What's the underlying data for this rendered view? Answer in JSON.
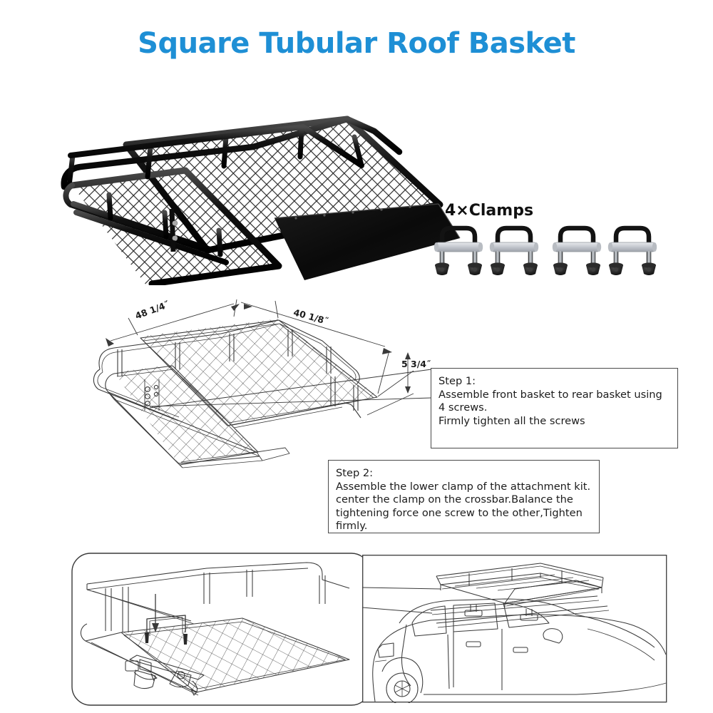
{
  "page": {
    "title": "Square Tubular Roof Basket",
    "background_color": "#ffffff",
    "title_color": "#1e8fd5"
  },
  "product_photo": {
    "name": "roof-basket-photo",
    "description": "Black square tubular roof cargo basket with mesh floor and wind fairing",
    "frame_color": "#1b1b1b",
    "mesh_color": "#2a2a2a",
    "fairing_color": "#0d0d0d"
  },
  "clamps": {
    "label": "4×Clamps",
    "count": 4,
    "bolt_color": "#141414",
    "plate_color": "#c9ccd2",
    "rod_color": "#9aa0a6",
    "nut_color": "#1a1a1a"
  },
  "dimensions": {
    "length": "48 1/4˝",
    "width": "40 1/8˝",
    "height": "5 3/4˝"
  },
  "steps": [
    {
      "id": "step1",
      "heading": "Step 1:",
      "lines": [
        "Assemble front basket to rear basket using",
        "4 screws.",
        "Firmly tighten all the screws"
      ]
    },
    {
      "id": "step2",
      "heading": "Step 2:",
      "lines": [
        "Assemble the lower clamp of the attachment kit.",
        "center the clamp on the crossbar.Balance the",
        "tightening force one screw to the other,Tighten",
        "firmly."
      ]
    }
  ],
  "detail_panels": [
    {
      "name": "clamp-install-detail",
      "shape": "rounded-rectangle",
      "description": "Line drawing of basket underside showing U-bolt clamp being inserted and lower clamps rotated into place"
    },
    {
      "name": "vehicle-install-detail",
      "shape": "rectangle",
      "description": "Line drawing of assembled roof basket mounted on SUV crossbars"
    }
  ],
  "line_art": {
    "stroke_color": "#3a3a3a",
    "stroke_width": 1.1
  }
}
